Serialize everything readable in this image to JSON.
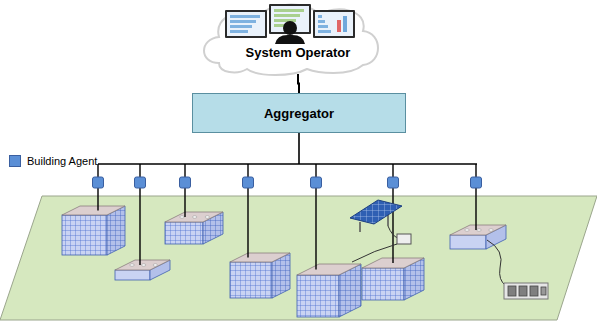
{
  "diagram": {
    "nodes": [
      {
        "text": [
          "System Operator"
        ]
      },
      {
        "text": [
          "Aggregator"
        ]
      }
    ],
    "edges": [
      {
        "from": 0,
        "to": 1,
        "arrow": "none"
      }
    ],
    "legend": [
      {
        "text": "Building Agent",
        "color": "#5b8fd6"
      }
    ]
  }
}
